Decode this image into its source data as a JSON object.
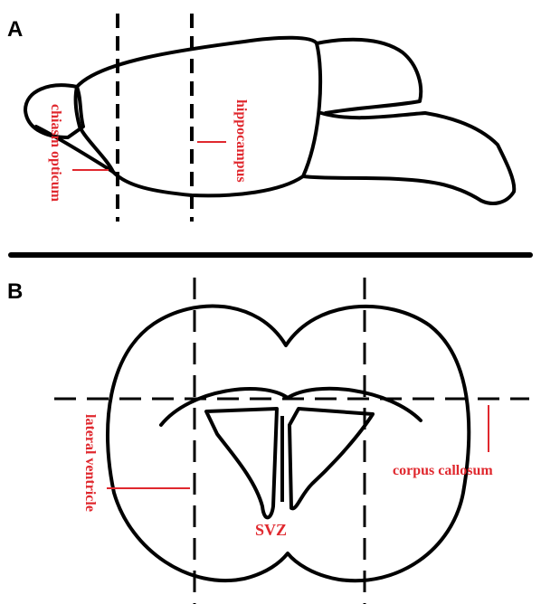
{
  "panel_a": {
    "letter": "A",
    "labels": {
      "chiasm_opticum": "chiasm opticum",
      "hippocampus": "hippocampus"
    }
  },
  "panel_b": {
    "letter": "B",
    "labels": {
      "lateral_ventricle": "lateral ventricle",
      "corpus_callosum": "corpus callosum",
      "svz": "SVZ"
    }
  },
  "colors": {
    "label_red": "#e0282e",
    "ink": "#000000"
  }
}
